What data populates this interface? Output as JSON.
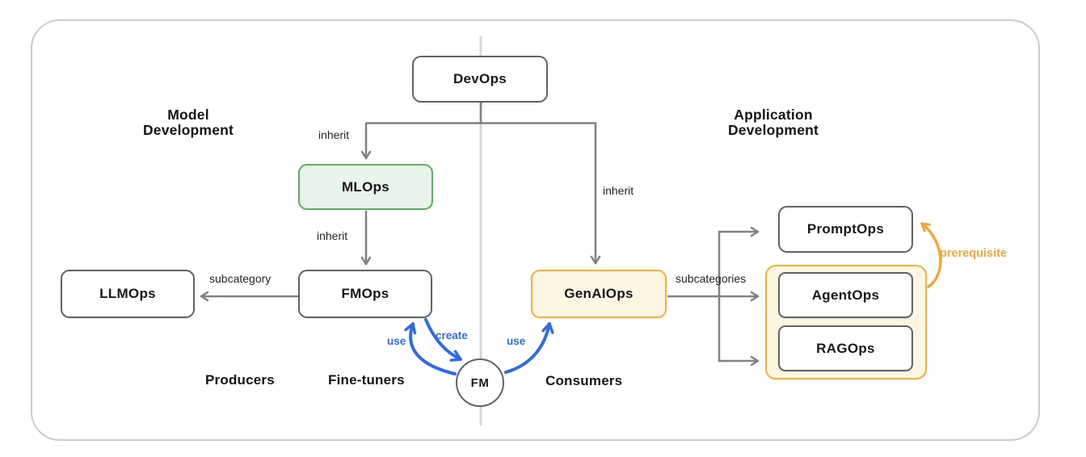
{
  "diagram": {
    "section_labels": {
      "left": "Model Development",
      "right": "Application Development"
    },
    "role_labels": {
      "producers": "Producers",
      "fine_tuners": "Fine-tuners",
      "consumers": "Consumers"
    },
    "nodes": {
      "devops": "DevOps",
      "mlops": "MLOps",
      "fmops": "FMOps",
      "llmops": "LLMOps",
      "genaiops": "GenAIOps",
      "promptops": "PromptOps",
      "agentops": "AgentOps",
      "ragops": "RAGOps",
      "fm": "FM"
    },
    "edge_labels": {
      "inherit": "inherit",
      "subcategory": "subcategory",
      "subcategories": "subcategories",
      "use": "use",
      "create": "create",
      "prerequisite": "prerequisite"
    },
    "colors": {
      "arrow_gray": "#7d8286",
      "node_border": "#5f6368",
      "node_text": "#17181a",
      "green_border": "#5faf63",
      "green_fill": "#e9f4ea",
      "yellow_border": "#f2b13c",
      "yellow_fill": "#fdf6e2",
      "blue": "#2e6ce4",
      "orange": "#f0a83b",
      "divider": "#d8d8dc",
      "frame_border": "#cbcbd0"
    }
  }
}
